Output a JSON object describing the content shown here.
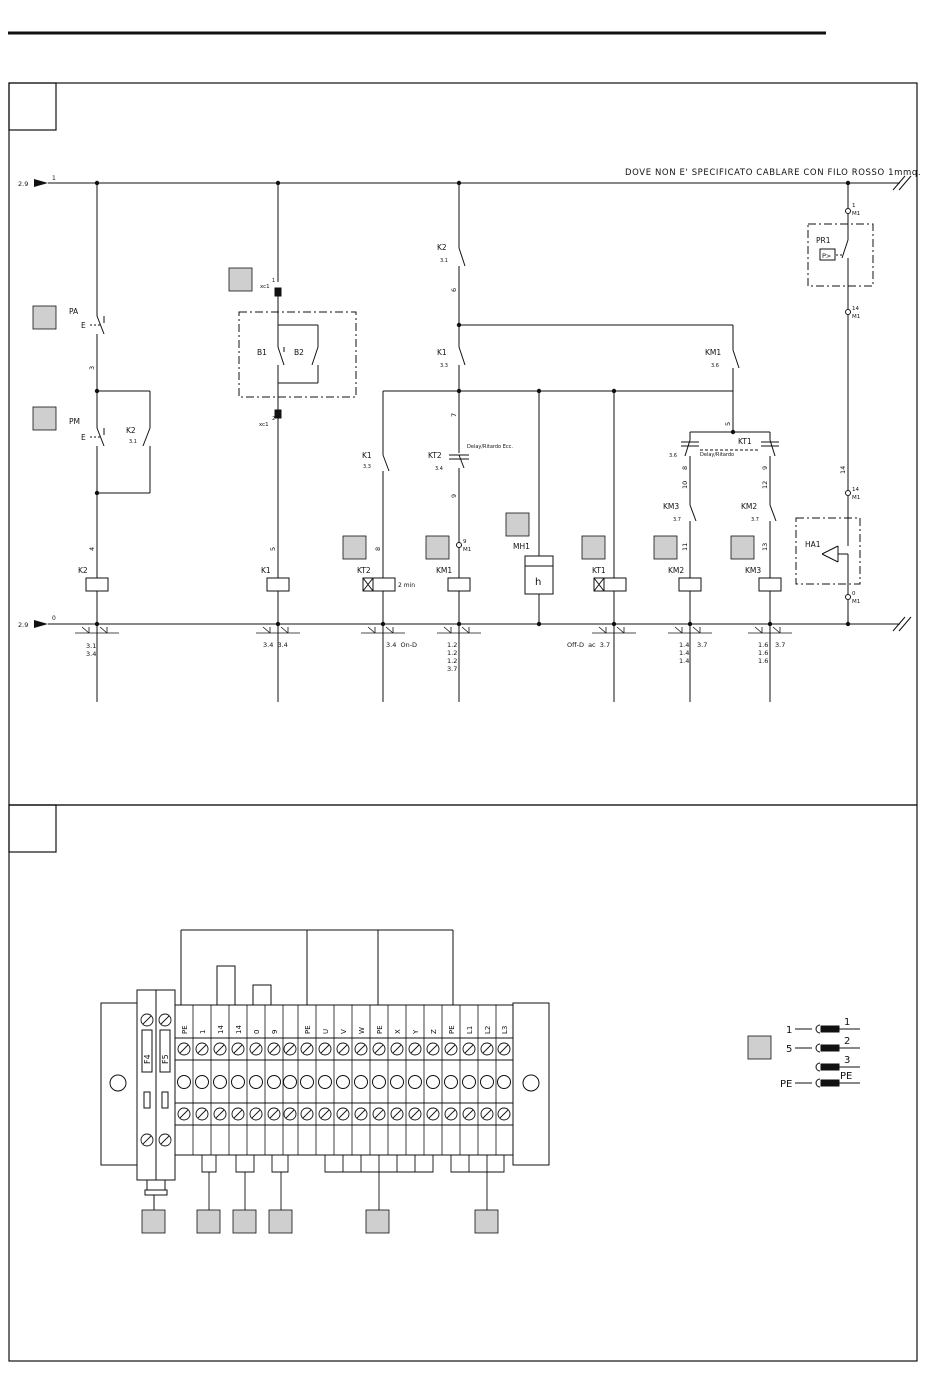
{
  "note": "DOVE NON E' SPECIFICATO CABLARE CON FILO ROSSO 1mmq.",
  "bus": {
    "top_ref": "2.9",
    "top_wire": "1",
    "bottom_ref": "2.9",
    "bottom_wire": "0"
  },
  "branch1": {
    "pa": "PA",
    "pm": "PM",
    "e1": "E",
    "e2": "E",
    "w3": "3",
    "w4": "4",
    "k2c": "K2",
    "k2c_ref": "3.1",
    "coil": "K2",
    "contact_refs": [
      "3.1",
      "3.4"
    ]
  },
  "branch2": {
    "xc1_1": "xc1",
    "xc1_1n": "1",
    "xc1_2": "xc1",
    "xc1_2n": "2",
    "b1": "B1",
    "b2": "B2",
    "w5": "5",
    "coil": "K1",
    "contact_refs": "3.4  3.4"
  },
  "branch3": {
    "k2": "K2",
    "k2_ref": "3.1",
    "w6": "6",
    "k1": "K1",
    "k1_ref": "3.3",
    "w7": "7",
    "kt2": "KT2",
    "kt2_ref": "3.4",
    "delay": "Delay/Ritardo Ecc.",
    "w9": "9",
    "m1_9": "9",
    "m1": "M1",
    "coil": "KM1",
    "contact_refs": [
      "1.2",
      "1.2",
      "1.2",
      "3.7"
    ]
  },
  "branch_kt2": {
    "k1": "K1",
    "k1_ref": "3.3",
    "w8": "8",
    "coil": "KT2",
    "time": "2 min",
    "contact_refs": "3.4  On-D"
  },
  "branch_mh1": {
    "label": "MH1",
    "symbol": "h"
  },
  "branch_kt1": {
    "coil": "KT1",
    "contact_refs": "Off-D  ac  3.7"
  },
  "branch_km": {
    "km1": "KM1",
    "km1_ref": "3.6",
    "w5": "5",
    "kt1": "KT1",
    "kt1_ref": "3.6",
    "delay": "Delay/Ritardo",
    "w8": "8",
    "w9": "9",
    "w10": "10",
    "w12": "12",
    "km3": "KM3",
    "km3_ref": "3.7",
    "km2": "KM2",
    "km2_ref": "3.7",
    "w11": "11",
    "w13": "13",
    "coil_km2": "KM2",
    "coil_km3": "KM3",
    "km2_refs": [
      "1.4",
      "1.4",
      "1.4"
    ],
    "km2_ref2": "3.7",
    "km3_refs": [
      "1.6",
      "1.6",
      "1.6"
    ],
    "km3_ref2": "3.7"
  },
  "branch_right": {
    "t1": "1",
    "m1a": "M1",
    "pr1": "PR1",
    "p": "P>",
    "t14a": "14",
    "m1b": "M1",
    "w14": "14",
    "t14b": "14",
    "m1c": "M1",
    "ha1": "HA1",
    "t0": "0",
    "m1d": "M1"
  },
  "terminal_strip": {
    "fuses": [
      "F4",
      "F5"
    ],
    "labels": [
      "PE",
      "1",
      "14",
      "14",
      "0",
      "9",
      "PE",
      "U",
      "V",
      "W",
      "PE",
      "X",
      "Y",
      "Z",
      "PE",
      "L1",
      "L2",
      "L3"
    ]
  },
  "connector": {
    "left": [
      "1",
      "5",
      "",
      "PE"
    ],
    "right": [
      "1",
      "2",
      "3",
      "PE"
    ]
  }
}
